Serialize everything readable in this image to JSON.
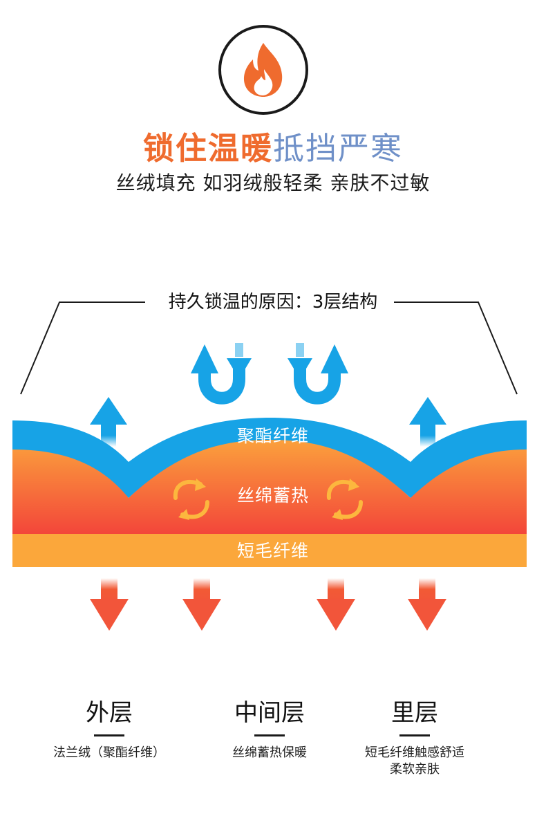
{
  "headline": {
    "warm_text": "锁住温暖",
    "cool_text": "抵挡严寒",
    "subline": "丝绒填充 如羽绒般轻柔 亲肤不过敏",
    "warm_color": "#ef6b2e",
    "cool_color": "#6f90c8"
  },
  "badge": {
    "icon": "flame-icon",
    "flame_color": "#ef6b2e"
  },
  "diagram": {
    "caption": "持久锁温的原因：3层结构",
    "layers": [
      {
        "label": "聚酯纤维",
        "color": "#17a3e6"
      },
      {
        "label": "丝绵蓄热",
        "color": "#f25a35"
      },
      {
        "label": "短毛纤维",
        "color": "#fba73b"
      }
    ],
    "icons": [
      "arrow-up-icon",
      "u-turn-arrow-icon",
      "cycle-arrows-icon",
      "arrow-down-icon"
    ]
  },
  "columns": [
    {
      "title": "外层",
      "desc": [
        "法兰绒（聚酯纤维）"
      ]
    },
    {
      "title": "中间层",
      "desc": [
        "丝绵蓄热保暖"
      ]
    },
    {
      "title": "里层",
      "desc": [
        "短毛纤维触感舒适",
        "柔软亲肤"
      ]
    }
  ]
}
